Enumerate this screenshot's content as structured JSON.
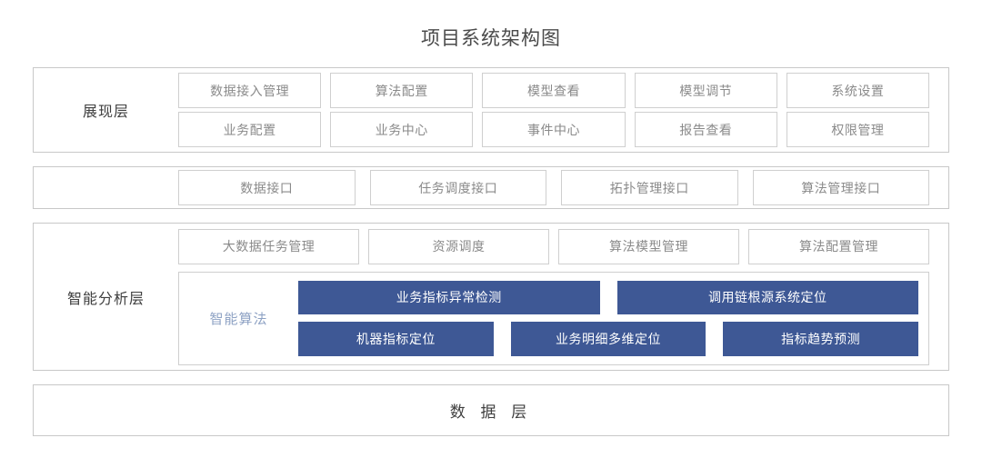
{
  "title": "项目系统架构图",
  "theme": {
    "accent_blue": "#3e5895",
    "border_gray": "#cfcfcf",
    "outer_border_gray": "#c8c8c8",
    "text_gray": "#8a8a8a",
    "text_dark": "#3f3f3f",
    "algo_label_blue": "#8ea2c4",
    "background": "#ffffff"
  },
  "layers": {
    "presentation": {
      "label": "展现层",
      "row1": [
        "数据接入管理",
        "算法配置",
        "模型查看",
        "模型调节",
        "系统设置"
      ],
      "row2": [
        "业务配置",
        "业务中心",
        "事件中心",
        "报告查看",
        "权限管理"
      ]
    },
    "interface": {
      "label": "",
      "items": [
        "数据接口",
        "任务调度接口",
        "拓扑管理接口",
        "算法管理接口"
      ]
    },
    "analysis": {
      "label": "智能分析层",
      "row1": [
        "大数据任务管理",
        "资源调度",
        "算法模型管理",
        "算法配置管理"
      ],
      "algorithm": {
        "label": "智能算法",
        "row1": [
          "业务指标异常检测",
          "调用链根源系统定位"
        ],
        "row2": [
          "机器指标定位",
          "业务明细多维定位",
          "指标趋势预测"
        ]
      }
    },
    "data": {
      "label": "数 据 层"
    }
  }
}
